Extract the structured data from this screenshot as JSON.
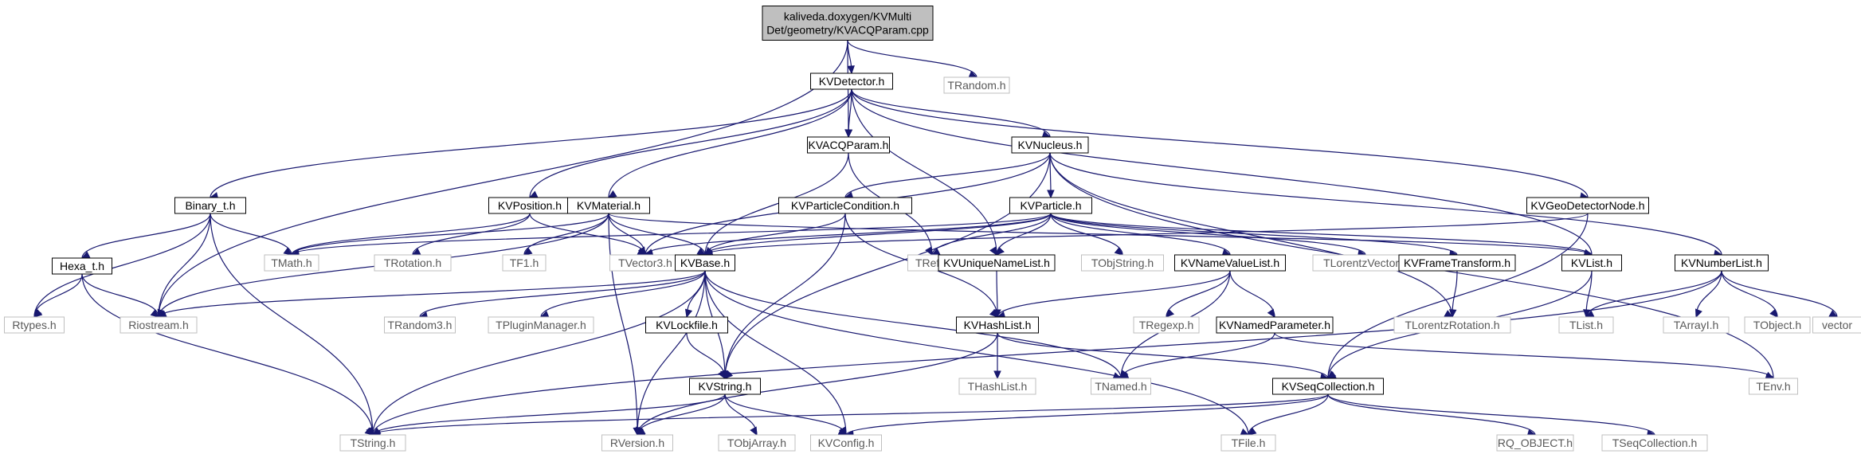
{
  "colors": {
    "edge": "#191970",
    "root_fill": "#bfbfbf",
    "internal_border": "#000000",
    "external_border": "#bfbfbf",
    "text": "#000000",
    "external_text": "#595959"
  },
  "graph": {
    "root": "root",
    "nodes": [
      {
        "id": "root",
        "lines": [
          "kaliveda.doxygen/KVMulti",
          "Det/geometry/KVACQParam.cpp"
        ],
        "kind": "root"
      },
      {
        "id": "KVDetector",
        "lines": [
          "KVDetector.h"
        ],
        "kind": "internal"
      },
      {
        "id": "TRandom",
        "lines": [
          "TRandom.h"
        ],
        "kind": "external"
      },
      {
        "id": "KVACQParam",
        "lines": [
          "KVACQParam.h"
        ],
        "kind": "internal"
      },
      {
        "id": "KVNucleus",
        "lines": [
          "KVNucleus.h"
        ],
        "kind": "internal"
      },
      {
        "id": "Binary_t",
        "lines": [
          "Binary_t.h"
        ],
        "kind": "internal"
      },
      {
        "id": "KVPosition",
        "lines": [
          "KVPosition.h"
        ],
        "kind": "internal"
      },
      {
        "id": "KVMaterial",
        "lines": [
          "KVMaterial.h"
        ],
        "kind": "internal"
      },
      {
        "id": "KVParticleCondition",
        "lines": [
          "KVParticleCondition.h"
        ],
        "kind": "internal"
      },
      {
        "id": "KVParticle",
        "lines": [
          "KVParticle.h"
        ],
        "kind": "internal"
      },
      {
        "id": "KVGeoDetectorNode",
        "lines": [
          "KVGeoDetectorNode.h"
        ],
        "kind": "internal"
      },
      {
        "id": "Hexa_t",
        "lines": [
          "Hexa_t.h"
        ],
        "kind": "internal"
      },
      {
        "id": "TMath",
        "lines": [
          "TMath.h"
        ],
        "kind": "external"
      },
      {
        "id": "TRotation",
        "lines": [
          "TRotation.h"
        ],
        "kind": "external"
      },
      {
        "id": "TF1",
        "lines": [
          "TF1.h"
        ],
        "kind": "external"
      },
      {
        "id": "TVector3",
        "lines": [
          "TVector3.h"
        ],
        "kind": "external"
      },
      {
        "id": "KVBase",
        "lines": [
          "KVBase.h"
        ],
        "kind": "internal"
      },
      {
        "id": "TRef",
        "lines": [
          "TRef.h"
        ],
        "kind": "external"
      },
      {
        "id": "KVUniqueNameList",
        "lines": [
          "KVUniqueNameList.h"
        ],
        "kind": "internal"
      },
      {
        "id": "TObjString",
        "lines": [
          "TObjString.h"
        ],
        "kind": "external"
      },
      {
        "id": "KVNameValueList",
        "lines": [
          "KVNameValueList.h"
        ],
        "kind": "internal"
      },
      {
        "id": "TLorentzVector",
        "lines": [
          "TLorentzVector.h"
        ],
        "kind": "external"
      },
      {
        "id": "KVFrameTransform",
        "lines": [
          "KVFrameTransform.h"
        ],
        "kind": "internal"
      },
      {
        "id": "KVList",
        "lines": [
          "KVList.h"
        ],
        "kind": "internal"
      },
      {
        "id": "KVNumberList",
        "lines": [
          "KVNumberList.h"
        ],
        "kind": "internal"
      },
      {
        "id": "Rtypes",
        "lines": [
          "Rtypes.h"
        ],
        "kind": "external"
      },
      {
        "id": "Riostream",
        "lines": [
          "Riostream.h"
        ],
        "kind": "external"
      },
      {
        "id": "TRandom3",
        "lines": [
          "TRandom3.h"
        ],
        "kind": "external"
      },
      {
        "id": "TPluginManager",
        "lines": [
          "TPluginManager.h"
        ],
        "kind": "external"
      },
      {
        "id": "KVLockfile",
        "lines": [
          "KVLockfile.h"
        ],
        "kind": "internal"
      },
      {
        "id": "KVHashList",
        "lines": [
          "KVHashList.h"
        ],
        "kind": "internal"
      },
      {
        "id": "TRegexp",
        "lines": [
          "TRegexp.h"
        ],
        "kind": "external"
      },
      {
        "id": "KVNamedParameter",
        "lines": [
          "KVNamedParameter.h"
        ],
        "kind": "internal"
      },
      {
        "id": "TLorentzRotation",
        "lines": [
          "TLorentzRotation.h"
        ],
        "kind": "external"
      },
      {
        "id": "TList",
        "lines": [
          "TList.h"
        ],
        "kind": "external"
      },
      {
        "id": "TArrayI",
        "lines": [
          "TArrayI.h"
        ],
        "kind": "external"
      },
      {
        "id": "TObject",
        "lines": [
          "TObject.h"
        ],
        "kind": "external"
      },
      {
        "id": "vector",
        "lines": [
          "vector"
        ],
        "kind": "external"
      },
      {
        "id": "KVString",
        "lines": [
          "KVString.h"
        ],
        "kind": "internal"
      },
      {
        "id": "THashList",
        "lines": [
          "THashList.h"
        ],
        "kind": "external"
      },
      {
        "id": "TNamed",
        "lines": [
          "TNamed.h"
        ],
        "kind": "external"
      },
      {
        "id": "KVSeqCollection",
        "lines": [
          "KVSeqCollection.h"
        ],
        "kind": "internal"
      },
      {
        "id": "TEnv",
        "lines": [
          "TEnv.h"
        ],
        "kind": "external"
      },
      {
        "id": "TString",
        "lines": [
          "TString.h"
        ],
        "kind": "external"
      },
      {
        "id": "RVersion",
        "lines": [
          "RVersion.h"
        ],
        "kind": "external"
      },
      {
        "id": "TObjArray",
        "lines": [
          "TObjArray.h"
        ],
        "kind": "external"
      },
      {
        "id": "KVConfig",
        "lines": [
          "KVConfig.h"
        ],
        "kind": "external"
      },
      {
        "id": "TFile",
        "lines": [
          "TFile.h"
        ],
        "kind": "external"
      },
      {
        "id": "RQ_OBJECT",
        "lines": [
          "RQ_OBJECT.h"
        ],
        "kind": "external"
      },
      {
        "id": "TSeqCollection",
        "lines": [
          "TSeqCollection.h"
        ],
        "kind": "external"
      }
    ],
    "edges": [
      [
        "root",
        "KVDetector"
      ],
      [
        "root",
        "TRandom"
      ],
      [
        "root",
        "KVACQParam"
      ],
      [
        "root",
        "Riostream"
      ],
      [
        "KVDetector",
        "KVACQParam"
      ],
      [
        "KVDetector",
        "KVNucleus"
      ],
      [
        "KVDetector",
        "Binary_t"
      ],
      [
        "KVDetector",
        "KVPosition"
      ],
      [
        "KVDetector",
        "KVMaterial"
      ],
      [
        "KVDetector",
        "KVUniqueNameList"
      ],
      [
        "KVDetector",
        "KVGeoDetectorNode"
      ],
      [
        "KVDetector",
        "KVList"
      ],
      [
        "KVACQParam",
        "KVBase"
      ],
      [
        "KVACQParam",
        "TRef"
      ],
      [
        "KVNucleus",
        "KVParticle"
      ],
      [
        "KVNucleus",
        "KVParticleCondition"
      ],
      [
        "KVNucleus",
        "TVector3"
      ],
      [
        "KVNucleus",
        "KVString"
      ],
      [
        "KVNucleus",
        "KVNumberList"
      ],
      [
        "KVNucleus",
        "TEnv"
      ],
      [
        "KVNucleus",
        "TLorentzRotation"
      ],
      [
        "Binary_t",
        "Rtypes"
      ],
      [
        "Binary_t",
        "Riostream"
      ],
      [
        "Binary_t",
        "TString"
      ],
      [
        "Binary_t",
        "Hexa_t"
      ],
      [
        "Binary_t",
        "TMath"
      ],
      [
        "Hexa_t",
        "Rtypes"
      ],
      [
        "Hexa_t",
        "Riostream"
      ],
      [
        "Hexa_t",
        "TString"
      ],
      [
        "KVPosition",
        "TMath"
      ],
      [
        "KVPosition",
        "TRotation"
      ],
      [
        "KVPosition",
        "TVector3"
      ],
      [
        "KVMaterial",
        "TMath"
      ],
      [
        "KVMaterial",
        "TF1"
      ],
      [
        "KVMaterial",
        "TVector3"
      ],
      [
        "KVMaterial",
        "KVBase"
      ],
      [
        "KVMaterial",
        "Riostream"
      ],
      [
        "KVMaterial",
        "RVersion"
      ],
      [
        "KVMaterial",
        "KVList"
      ],
      [
        "KVParticleCondition",
        "KVBase"
      ],
      [
        "KVParticleCondition",
        "KVHashList"
      ],
      [
        "KVParticleCondition",
        "KVString"
      ],
      [
        "KVParticle",
        "TMath"
      ],
      [
        "KVParticle",
        "TVector3"
      ],
      [
        "KVParticle",
        "KVBase"
      ],
      [
        "KVParticle",
        "TRef"
      ],
      [
        "KVParticle",
        "KVUniqueNameList"
      ],
      [
        "KVParticle",
        "TObjString"
      ],
      [
        "KVParticle",
        "KVNameValueList"
      ],
      [
        "KVParticle",
        "TLorentzVector"
      ],
      [
        "KVParticle",
        "KVFrameTransform"
      ],
      [
        "KVParticle",
        "KVList"
      ],
      [
        "KVGeoDetectorNode",
        "KVBase"
      ],
      [
        "KVGeoDetectorNode",
        "KVSeqCollection"
      ],
      [
        "KVBase",
        "Riostream"
      ],
      [
        "KVBase",
        "TRandom3"
      ],
      [
        "KVBase",
        "TPluginManager"
      ],
      [
        "KVBase",
        "KVLockfile"
      ],
      [
        "KVBase",
        "KVString"
      ],
      [
        "KVBase",
        "TNamed"
      ],
      [
        "KVBase",
        "TString"
      ],
      [
        "KVBase",
        "RVersion"
      ],
      [
        "KVBase",
        "KVConfig"
      ],
      [
        "KVBase",
        "TFile"
      ],
      [
        "KVUniqueNameList",
        "KVHashList"
      ],
      [
        "KVNameValueList",
        "KVHashList"
      ],
      [
        "KVNameValueList",
        "TRegexp"
      ],
      [
        "KVNameValueList",
        "KVNamedParameter"
      ],
      [
        "KVNameValueList",
        "TNamed"
      ],
      [
        "KVFrameTransform",
        "TLorentzRotation"
      ],
      [
        "KVList",
        "TList"
      ],
      [
        "KVList",
        "KVSeqCollection"
      ],
      [
        "KVNumberList",
        "TList"
      ],
      [
        "KVNumberList",
        "TArrayI"
      ],
      [
        "KVNumberList",
        "TObject"
      ],
      [
        "KVNumberList",
        "vector"
      ],
      [
        "KVNumberList",
        "TString"
      ],
      [
        "KVLockfile",
        "KVString"
      ],
      [
        "KVHashList",
        "THashList"
      ],
      [
        "KVHashList",
        "KVSeqCollection"
      ],
      [
        "KVHashList",
        "RVersion"
      ],
      [
        "KVNamedParameter",
        "TNamed"
      ],
      [
        "KVNamedParameter",
        "TEnv"
      ],
      [
        "KVString",
        "TString"
      ],
      [
        "KVString",
        "RVersion"
      ],
      [
        "KVString",
        "TObjArray"
      ],
      [
        "KVString",
        "KVConfig"
      ],
      [
        "KVSeqCollection",
        "TString"
      ],
      [
        "KVSeqCollection",
        "KVConfig"
      ],
      [
        "KVSeqCollection",
        "TFile"
      ],
      [
        "KVSeqCollection",
        "RQ_OBJECT"
      ],
      [
        "KVSeqCollection",
        "TSeqCollection"
      ]
    ]
  }
}
